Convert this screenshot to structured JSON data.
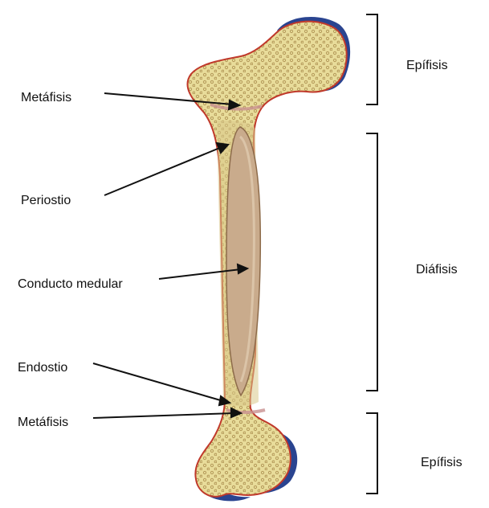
{
  "labels": {
    "metafisis_top": "Metáfisis",
    "periostio": "Periostio",
    "conducto_medular": "Conducto medular",
    "endostio": "Endostio",
    "metafisis_bottom": "Metáfisis",
    "epifisis_top": "Epífisis",
    "diafisis": "Diáfisis",
    "epifisis_bottom": "Epífisis"
  },
  "colors": {
    "bone_fill": "#e8dc9a",
    "bone_outline": "#c0392b",
    "cartilage": "#1f3a8a",
    "marrow": "#c9ab8c",
    "spots": "#b49a5a",
    "metaphysis_line": "#c89090"
  }
}
